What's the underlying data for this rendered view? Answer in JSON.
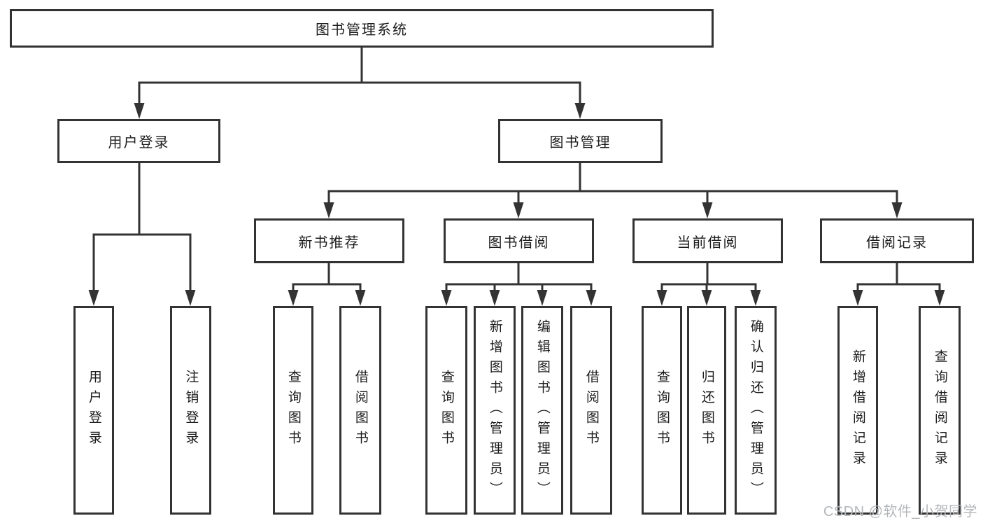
{
  "tree": {
    "root": {
      "label": "图书管理系统",
      "children": [
        {
          "label": "用户登录",
          "children": [
            {
              "label": "用户登录"
            },
            {
              "label": "注销登录"
            }
          ]
        },
        {
          "label": "图书管理",
          "children": [
            {
              "label": "新书推荐",
              "children": [
                {
                  "label": "查询图书"
                },
                {
                  "label": "借阅图书"
                }
              ]
            },
            {
              "label": "图书借阅",
              "children": [
                {
                  "label": "查询图书"
                },
                {
                  "label": "新增图书（管理员）"
                },
                {
                  "label": "编辑图书（管理员）"
                },
                {
                  "label": "借阅图书"
                }
              ]
            },
            {
              "label": "当前借阅",
              "children": [
                {
                  "label": "查询图书"
                },
                {
                  "label": "归还图书"
                },
                {
                  "label": "确认归还（管理员）"
                }
              ]
            },
            {
              "label": "借阅记录",
              "children": [
                {
                  "label": "新增借阅记录"
                },
                {
                  "label": "查询借阅记录"
                }
              ]
            }
          ]
        }
      ]
    }
  },
  "watermark": {
    "text": "CSDN @软件_小贺同学"
  },
  "colors": {
    "line": "#333333",
    "text": "#1c1c1c",
    "background": "#ffffff",
    "watermark": "#b4b7ba"
  }
}
